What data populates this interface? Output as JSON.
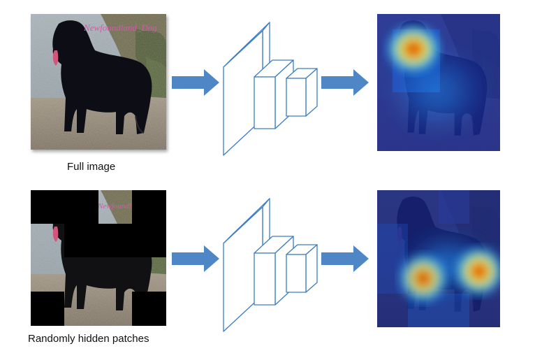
{
  "rows": [
    {
      "id": "full",
      "caption": "Full image",
      "input_watermark": "Newfoundland_Dog",
      "heatmap_hotspots": [
        {
          "label": "head",
          "intensity": 1.0
        }
      ]
    },
    {
      "id": "hidden",
      "caption": "Randomly hidden patches",
      "input_watermark": "Newfoundl",
      "heatmap_hotspots": [
        {
          "label": "front-leg",
          "intensity": 0.85
        },
        {
          "label": "hind-leg",
          "intensity": 1.0
        }
      ]
    }
  ],
  "colors": {
    "arrow": "#4f86c6",
    "network_stroke": "#3c7ec2",
    "heatmap_base": "#16227a",
    "hidden_patch": "#000000",
    "watermark": "#d45aa8"
  },
  "icons": [
    "dog-photo",
    "cnn-network-icon",
    "arrow-right-icon",
    "heatmap"
  ]
}
